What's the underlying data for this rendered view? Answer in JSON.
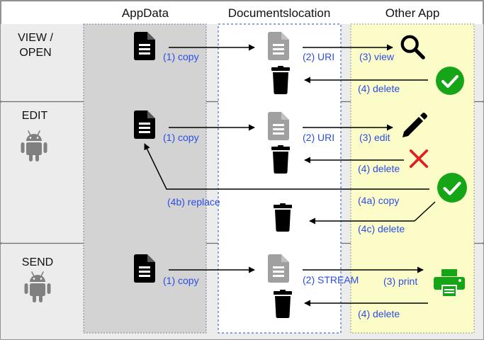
{
  "columns": {
    "appdata": "AppData",
    "documents": "Documentslocation",
    "other": "Other App"
  },
  "rows": {
    "view_line1": "VIEW /",
    "view_line2": "OPEN",
    "edit": "EDIT",
    "send": "SEND"
  },
  "labels": {
    "view_copy": "(1) copy",
    "view_uri": "(2) URI",
    "view_view": "(3) view",
    "view_delete": "(4) delete",
    "edit_copy": "(1) copy",
    "edit_uri": "(2) URI",
    "edit_edit": "(3) edit",
    "edit_delete": "(4) delete",
    "edit_replace": "(4b) replace",
    "edit_copy_back": "(4a) copy",
    "edit_delete_c": "(4c) delete",
    "send_copy": "(1) copy",
    "send_stream": "(2) STREAM",
    "send_print": "(3) print",
    "send_delete": "(4) delete"
  },
  "colors": {
    "row_band": "#ececec",
    "appdata_bg": "#d3d3d3",
    "other_bg": "#fcfcc8",
    "label_blue": "#2a4ee6",
    "check_green": "#16a516",
    "cross_red": "#e02020",
    "doc_gray": "#a0a0a0"
  },
  "icons": [
    "document-icon",
    "trash-icon",
    "search-icon",
    "check-circle-icon",
    "pencil-icon",
    "cross-icon",
    "android-icon",
    "printer-icon"
  ]
}
